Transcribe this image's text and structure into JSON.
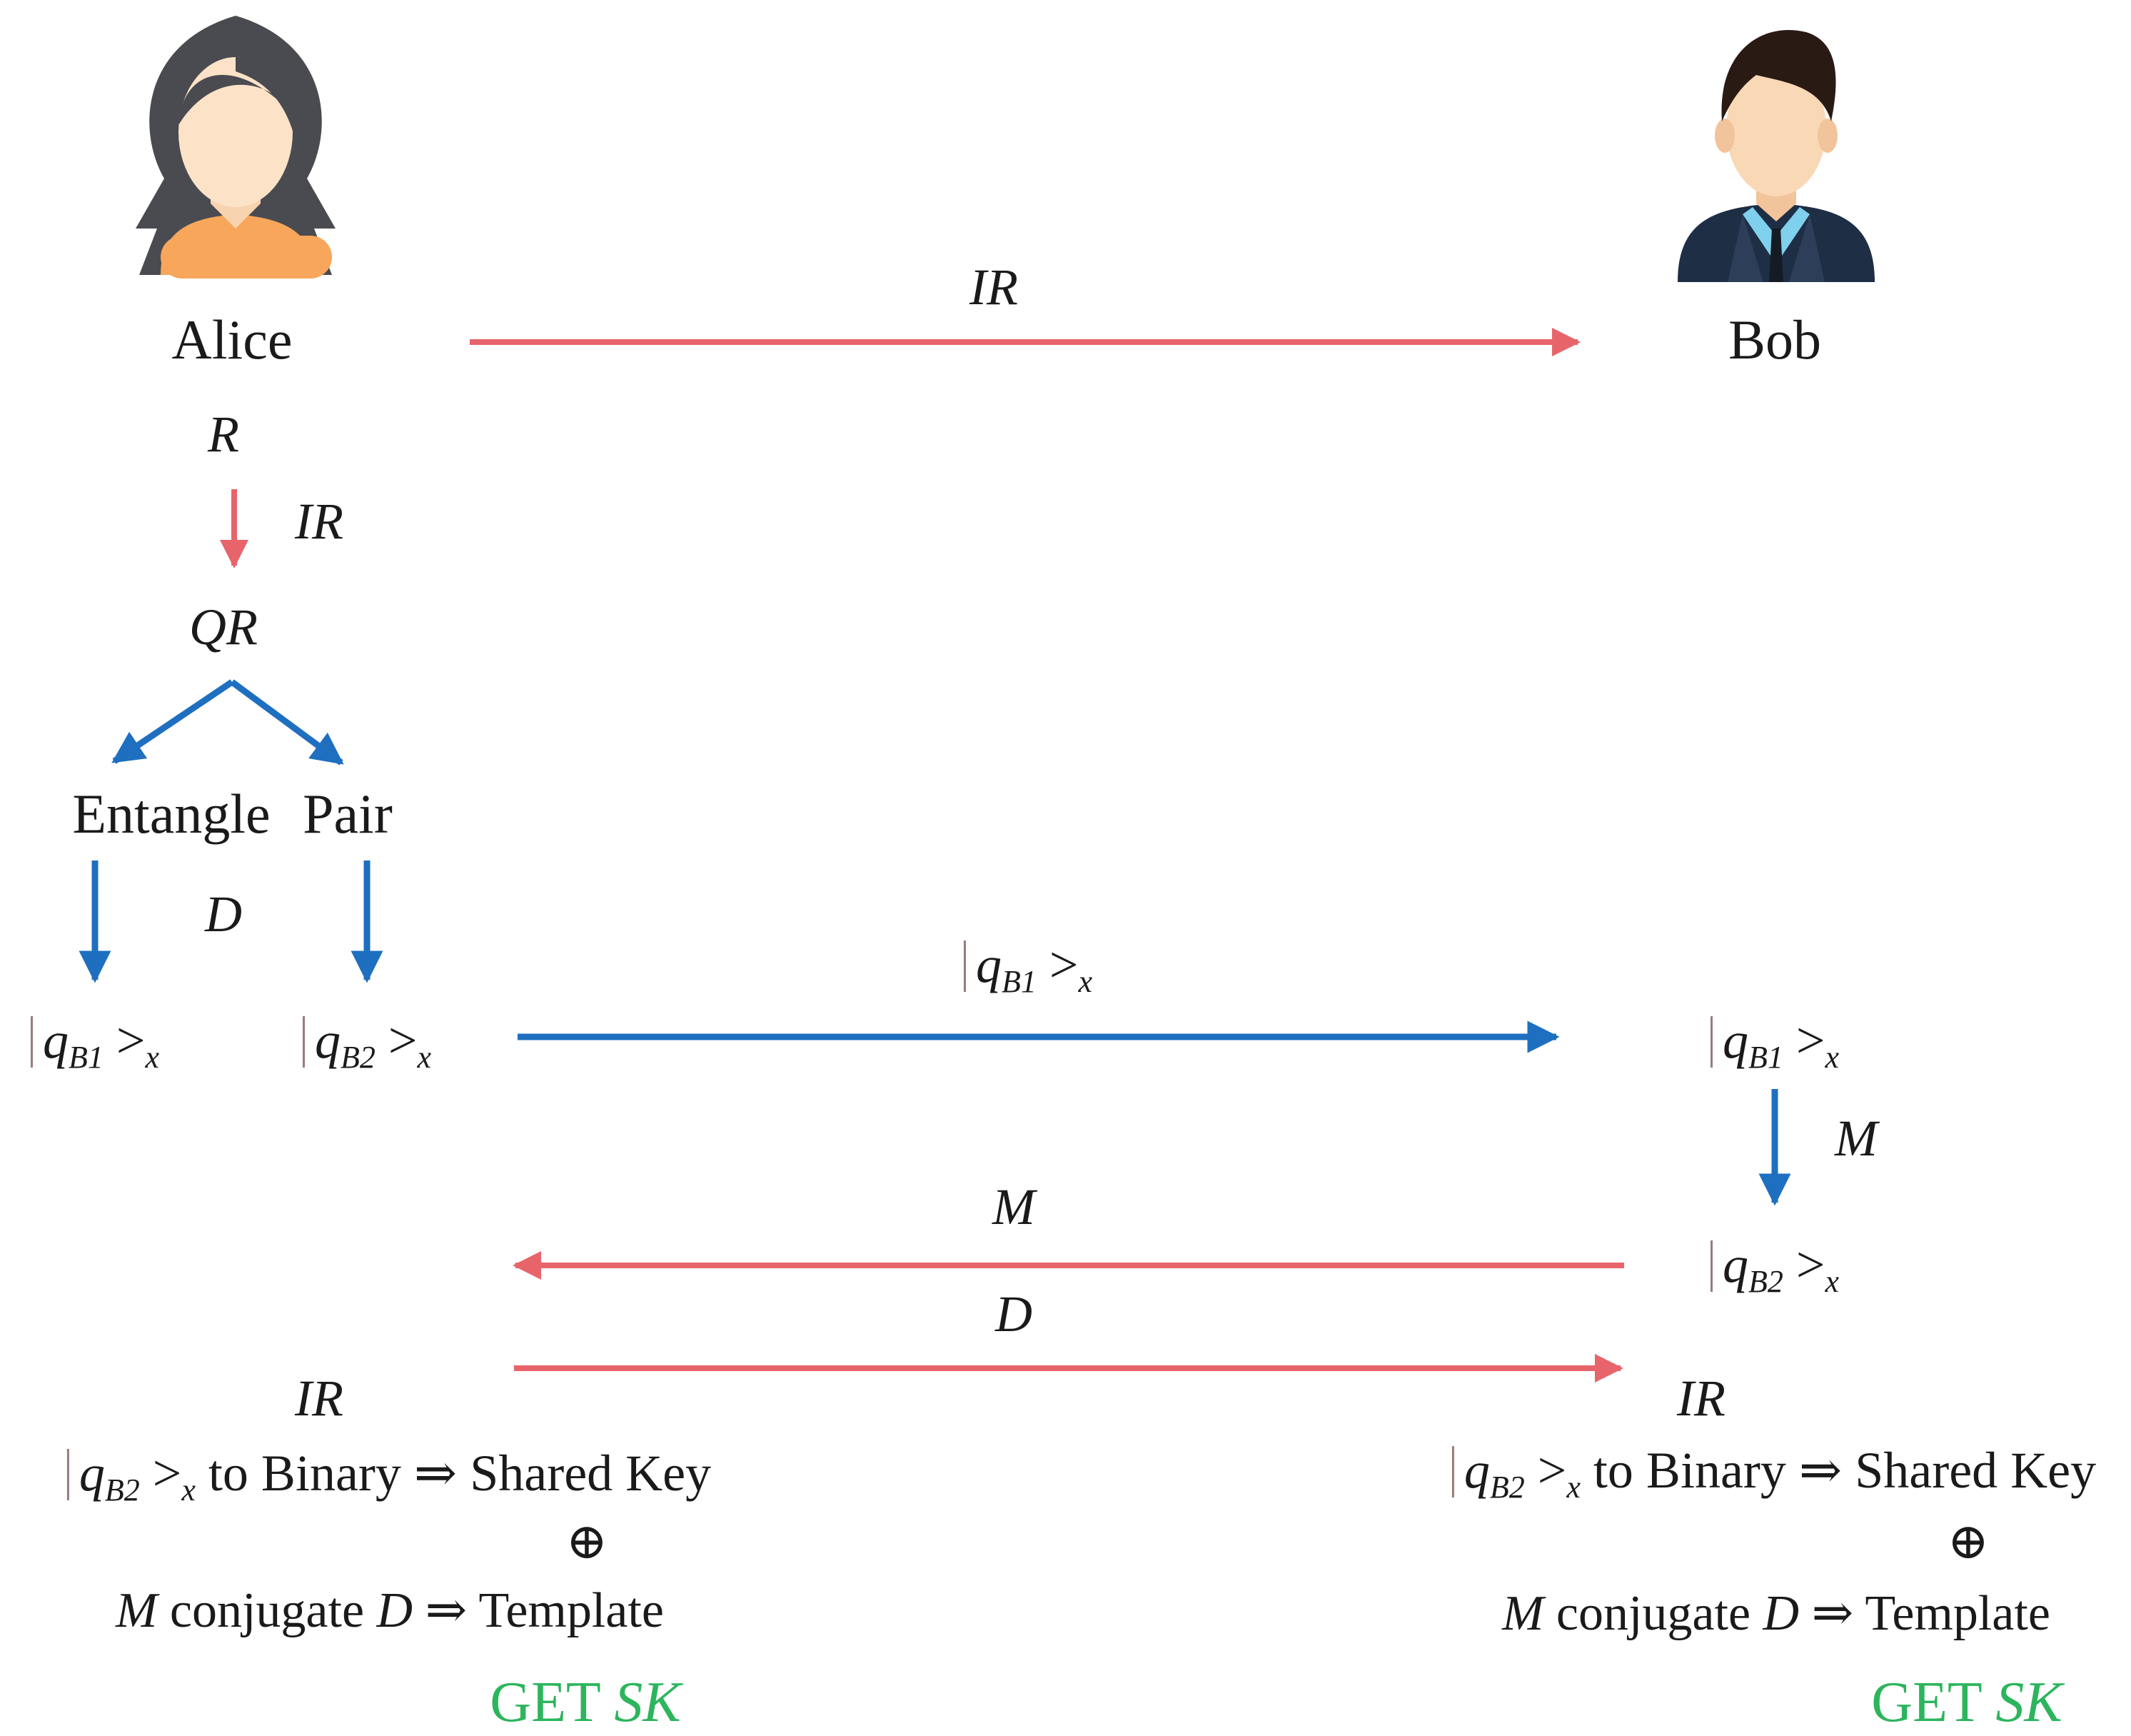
{
  "colors": {
    "red_arrow": "#e8646b",
    "blue_arrow": "#1f6fc0",
    "green_text": "#2db55d",
    "text": "#1a1a1a"
  },
  "actors": {
    "alice": {
      "name": "Alice",
      "icon": "woman-avatar-icon"
    },
    "bob": {
      "name": "Bob",
      "icon": "man-avatar-icon"
    }
  },
  "arrows": {
    "top_ir": "IR",
    "alice_r": "R",
    "alice_ir": "IR",
    "alice_qr": "QR",
    "entangle": "Entangle",
    "pair": "Pair",
    "d_label": "D",
    "send_qb1": "q",
    "bob_m": "M",
    "back_m": "M",
    "forward_d": "D"
  },
  "kets": {
    "q": "q",
    "sub_b1": "B1",
    "sub_b2": "B2",
    "gt": ">",
    "sub_x": "x"
  },
  "alice_result": {
    "ir": "IR",
    "line1_tail": "to Binary ⇒ Shared Key",
    "xor": "⊕",
    "m": "M",
    "conjugate": "conjugate",
    "d": "D",
    "template": "⇒ Template",
    "get": "GET",
    "sk": "SK"
  },
  "bob_result": {
    "ir": "IR",
    "line1_tail": "to Binary ⇒ Shared Key",
    "xor": "⊕",
    "m": "M",
    "conjugate": "conjugate",
    "d": "D",
    "template": "⇒ Template",
    "get": "GET",
    "sk": "SK"
  }
}
